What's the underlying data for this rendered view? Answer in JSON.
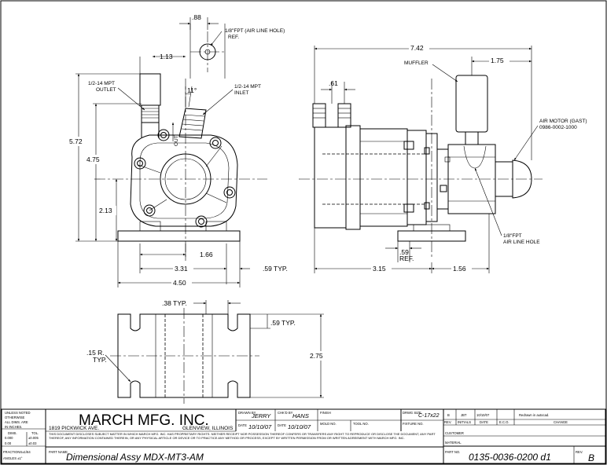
{
  "dimensions": {
    "d088": ".88",
    "d113": "1.13",
    "d572": "5.72",
    "d475": "4.75",
    "d213": "2.13",
    "d166": "1.66",
    "d331": "3.31",
    "d059typ": ".59 TYP.",
    "d450": "4.50",
    "d742": "7.42",
    "d175": "1.75",
    "d061": ".61",
    "d315": "3.15",
    "d156": "1.56",
    "d059": ".59",
    "ref": "REF.",
    "d038typ": ".38 TYP.",
    "d059typ2": ".59 TYP.",
    "d275": "2.75",
    "d015r": ".15 R.",
    "typ": "TYP.",
    "angle11": "11°"
  },
  "callouts": {
    "air_line_hole_top_1": "1/8\"FPT (AIR LINE HOLE)",
    "air_line_hole_top_2": "REF.",
    "outlet_1": "1/2-14 MPT",
    "outlet_2": "OUTLET",
    "inlet_1": "1/2-14 MPT",
    "inlet_2": "INLET",
    "out_arrow": "OUT",
    "muffler": "MUFFLER",
    "air_motor_1": "AIR MOTOR (GAST)",
    "air_motor_2": "0986-0002-1000",
    "fpt_1": "1/8\"FPT",
    "fpt_2": "AIR LINE HOLE"
  },
  "title_block": {
    "unless_noted": "UNLESS NOTED",
    "otherwise": "OTHERWISE",
    "all_dims": "ALL DIMS. ARE",
    "in_inches": "IN INCHES.",
    "dims_label": "DIMS.",
    "tol_label": "TOL.",
    "dims_row1": "0.000",
    "tol_row1": "±0.005",
    "dims_row2": "0.00",
    "tol_row2": "±0.03",
    "fractions": "FRACTIONS±1/64",
    "angles": "ANGLES  ±1°",
    "company": "MARCH MFG. INC.",
    "address": "1819 PICKWICK AVE.",
    "city": "GLENVIEW, ILLINOIS",
    "drawn_by_label": "DRAWN BY",
    "drawn_by": "JERRY",
    "chkd_by_label": "CHK'D BY",
    "chkd_by": "HANS",
    "finish_label": "FINISH",
    "date_label": "DATE",
    "date1": "10/10/07",
    "date2": "10/10/07",
    "mold_label": "MOLD NO.",
    "tool_label": "TOOL NO.",
    "fixture_label": "FIXTURE NO.",
    "drwg_size_label": "DRWG SIZE",
    "drwg_size": "C-17x22",
    "disclaimer": "THIS DOCUMENT DISCLOSES SUBJECT MATTER IN WHICH MARCH MFG. INC. HAS PROPRIETARY RIGHTS. NEITHER RECEIPT NOR POSSESSION THEREOF CONFERS OR TRANSFERS ANY RIGHT TO REPRODUCE OR DISCLOSE THE DOCUMENT, ANY PART THEREOF, ANY INFORMATION CONTAINED THEREIN, OR ANY PHYSICAL ARTICLE OR DEVICE OR TO PRACTICE ANY METHOD OR PROCESS, EXCEPT BY WRITTEN PERMISSION FROM OR WRITTEN AGREEMENT WITH MARCH MFG. INC.",
    "part_name_label": "PART NAME",
    "part_name": "Dimensional Assy MDX-MT3-AM",
    "rev_row_rev": "B",
    "rev_row_initials": "JBT",
    "rev_row_date": "10/10/07",
    "rev_row_change": "Redrawn in autocad.",
    "rev_hdr": "REV.",
    "initials_hdr": "INITIALS",
    "date_hdr": "DATE",
    "eco_hdr": "E.C.O.",
    "change_hdr": "CHANGE",
    "customer_label": "CUSTOMER",
    "material_label": "MATERIAL",
    "part_no_label": "PART NO.",
    "part_no": "0135-0036-0200 d1",
    "rev_label": "REV.",
    "rev": "B"
  }
}
